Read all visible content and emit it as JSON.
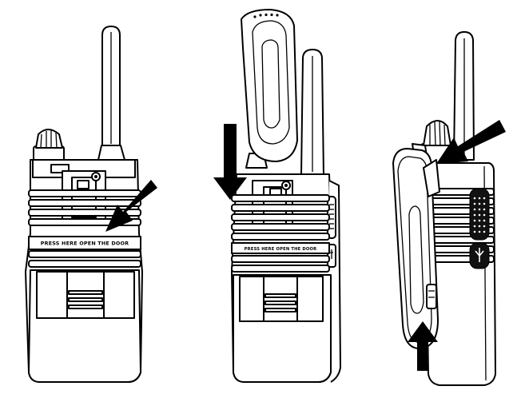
{
  "illustration": {
    "panels": [
      {
        "id": "front",
        "door_label": "PRESS HERE OPEN THE DOOR",
        "arrow": "down-left"
      },
      {
        "id": "with-clip",
        "door_label": "PRESS HERE OPEN THE DOOR",
        "arrow": "down"
      },
      {
        "id": "side",
        "arrows": [
          "down-left",
          "up"
        ]
      }
    ],
    "colors": {
      "line": "#000000",
      "background": "#ffffff"
    }
  }
}
